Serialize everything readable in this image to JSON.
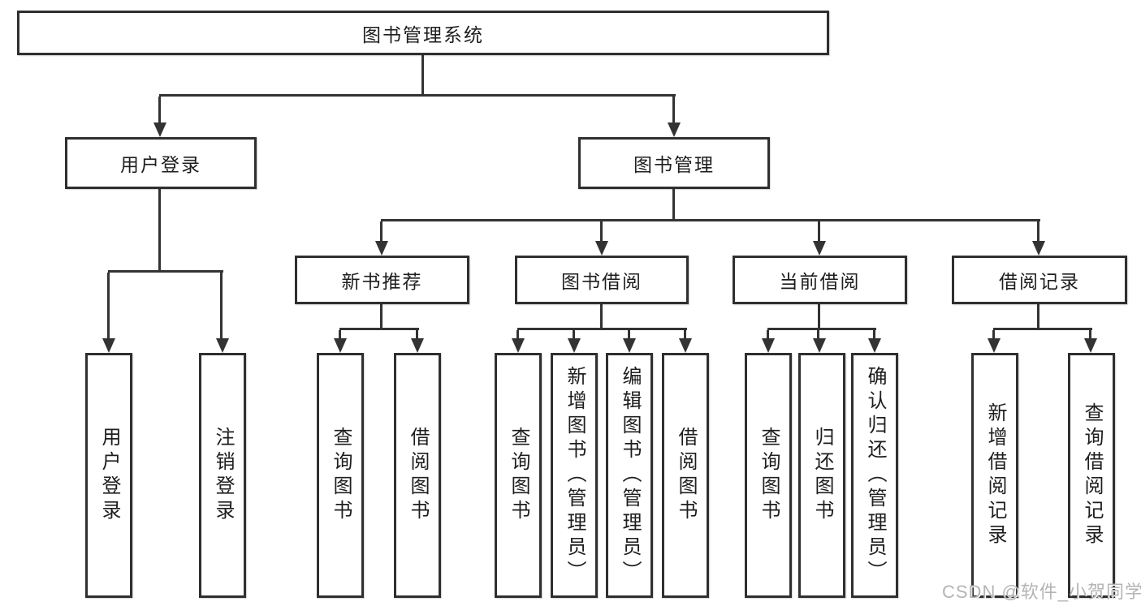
{
  "colors": {
    "line": "#333333",
    "box_border": "#2f2f2f",
    "text": "#1e1e1e",
    "background": "#ffffff",
    "watermark": "#b4b4b4"
  },
  "watermark": {
    "text": "CSDN @软件_小贺同学"
  },
  "tree": {
    "root": {
      "label": "图书管理系统"
    },
    "branches": [
      {
        "label": "用户登录",
        "children": [
          {
            "label": "用户登录"
          },
          {
            "label": "注销登录"
          }
        ]
      },
      {
        "label": "图书管理",
        "children": [
          {
            "label": "新书推荐",
            "children": [
              {
                "label": "查询图书"
              },
              {
                "label": "借阅图书"
              }
            ]
          },
          {
            "label": "图书借阅",
            "children": [
              {
                "label": "查询图书"
              },
              {
                "label": "新增图书（管理员）"
              },
              {
                "label": "编辑图书（管理员）"
              },
              {
                "label": "借阅图书"
              }
            ]
          },
          {
            "label": "当前借阅",
            "children": [
              {
                "label": "查询图书"
              },
              {
                "label": "归还图书"
              },
              {
                "label": "确认归还（管理员）"
              }
            ]
          },
          {
            "label": "借阅记录",
            "children": [
              {
                "label": "新增借阅记录"
              },
              {
                "label": "查询借阅记录"
              }
            ]
          }
        ]
      }
    ]
  }
}
